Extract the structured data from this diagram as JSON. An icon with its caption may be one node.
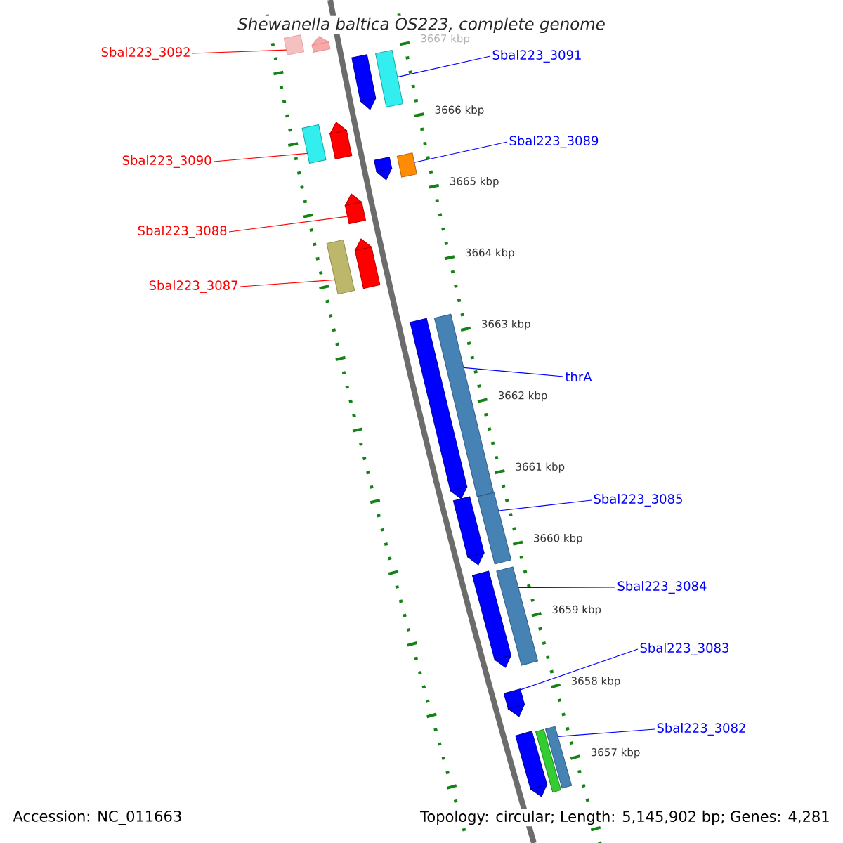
{
  "diagram": {
    "title": "Shewanella baltica OS223, complete genome",
    "nodes": [
      {
        "text": [
          "Sbal223_3092"
        ]
      },
      {
        "text": [],
        "shape": "bar"
      },
      {
        "text": [],
        "shape": "pentagon"
      },
      {
        "text": [
          "Sbal223_3091"
        ]
      },
      {
        "text": [],
        "shape": "pentagon"
      },
      {
        "text": [],
        "shape": "bar"
      },
      {
        "text": [
          "Sbal223_3089"
        ]
      },
      {
        "text": [],
        "shape": "pentagon"
      },
      {
        "text": [],
        "shape": "bar"
      },
      {
        "text": [
          "Sbal223_3090"
        ]
      },
      {
        "text": [],
        "shape": "bar"
      },
      {
        "text": [],
        "shape": "pentagon"
      },
      {
        "text": [
          "Sbal223_3088"
        ]
      },
      {
        "text": [],
        "shape": "pentagon"
      },
      {
        "text": [
          "Sbal223_3087"
        ]
      },
      {
        "text": [],
        "shape": "bar"
      },
      {
        "text": [],
        "shape": "pentagon"
      },
      {
        "text": [
          "thrA"
        ]
      },
      {
        "text": [],
        "shape": "pentagon"
      },
      {
        "text": [],
        "shape": "bar"
      },
      {
        "text": [
          "Sbal223_3085"
        ]
      },
      {
        "text": [],
        "shape": "pentagon"
      },
      {
        "text": [],
        "shape": "bar"
      },
      {
        "text": [
          "Sbal223_3084"
        ]
      },
      {
        "text": [],
        "shape": "pentagon"
      },
      {
        "text": [],
        "shape": "bar"
      },
      {
        "text": [
          "Sbal223_3083"
        ]
      },
      {
        "text": [],
        "shape": "pentagon"
      },
      {
        "text": [
          "Sbal223_3082"
        ]
      },
      {
        "text": [],
        "shape": "pentagon"
      },
      {
        "text": [],
        "shape": "bar"
      },
      {
        "text": [],
        "shape": "bar"
      }
    ],
    "edges": [
      {
        "from": 0,
        "to": 1,
        "arrow": "none",
        "color": "#ff0000"
      },
      {
        "from": 3,
        "to": 5,
        "arrow": "none"
      },
      {
        "from": 6,
        "to": 8,
        "arrow": "none"
      },
      {
        "from": 9,
        "to": 10,
        "arrow": "none",
        "color": "#ff0000"
      },
      {
        "from": 12,
        "to": 13,
        "arrow": "none",
        "color": "#ff0000"
      },
      {
        "from": 14,
        "to": 15,
        "arrow": "none",
        "color": "#ff0000"
      },
      {
        "from": 17,
        "to": 19,
        "arrow": "none"
      },
      {
        "from": 20,
        "to": 22,
        "arrow": "none"
      },
      {
        "from": 23,
        "to": 25,
        "arrow": "none"
      },
      {
        "from": 26,
        "to": 27,
        "arrow": "none"
      },
      {
        "from": 28,
        "to": 31,
        "arrow": "none"
      }
    ],
    "labels": [
      "3667 kbp",
      "3666 kbp",
      "3665 kbp",
      "3664 kbp",
      "3663 kbp",
      "3662 kbp",
      "3661 kbp",
      "3660 kbp",
      "3659 kbp",
      "3658 kbp",
      "3657 kbp",
      "Accession: NC_011663",
      "Topology: circular; Length: 5,145,902 bp; Genes: 4,281"
    ]
  }
}
